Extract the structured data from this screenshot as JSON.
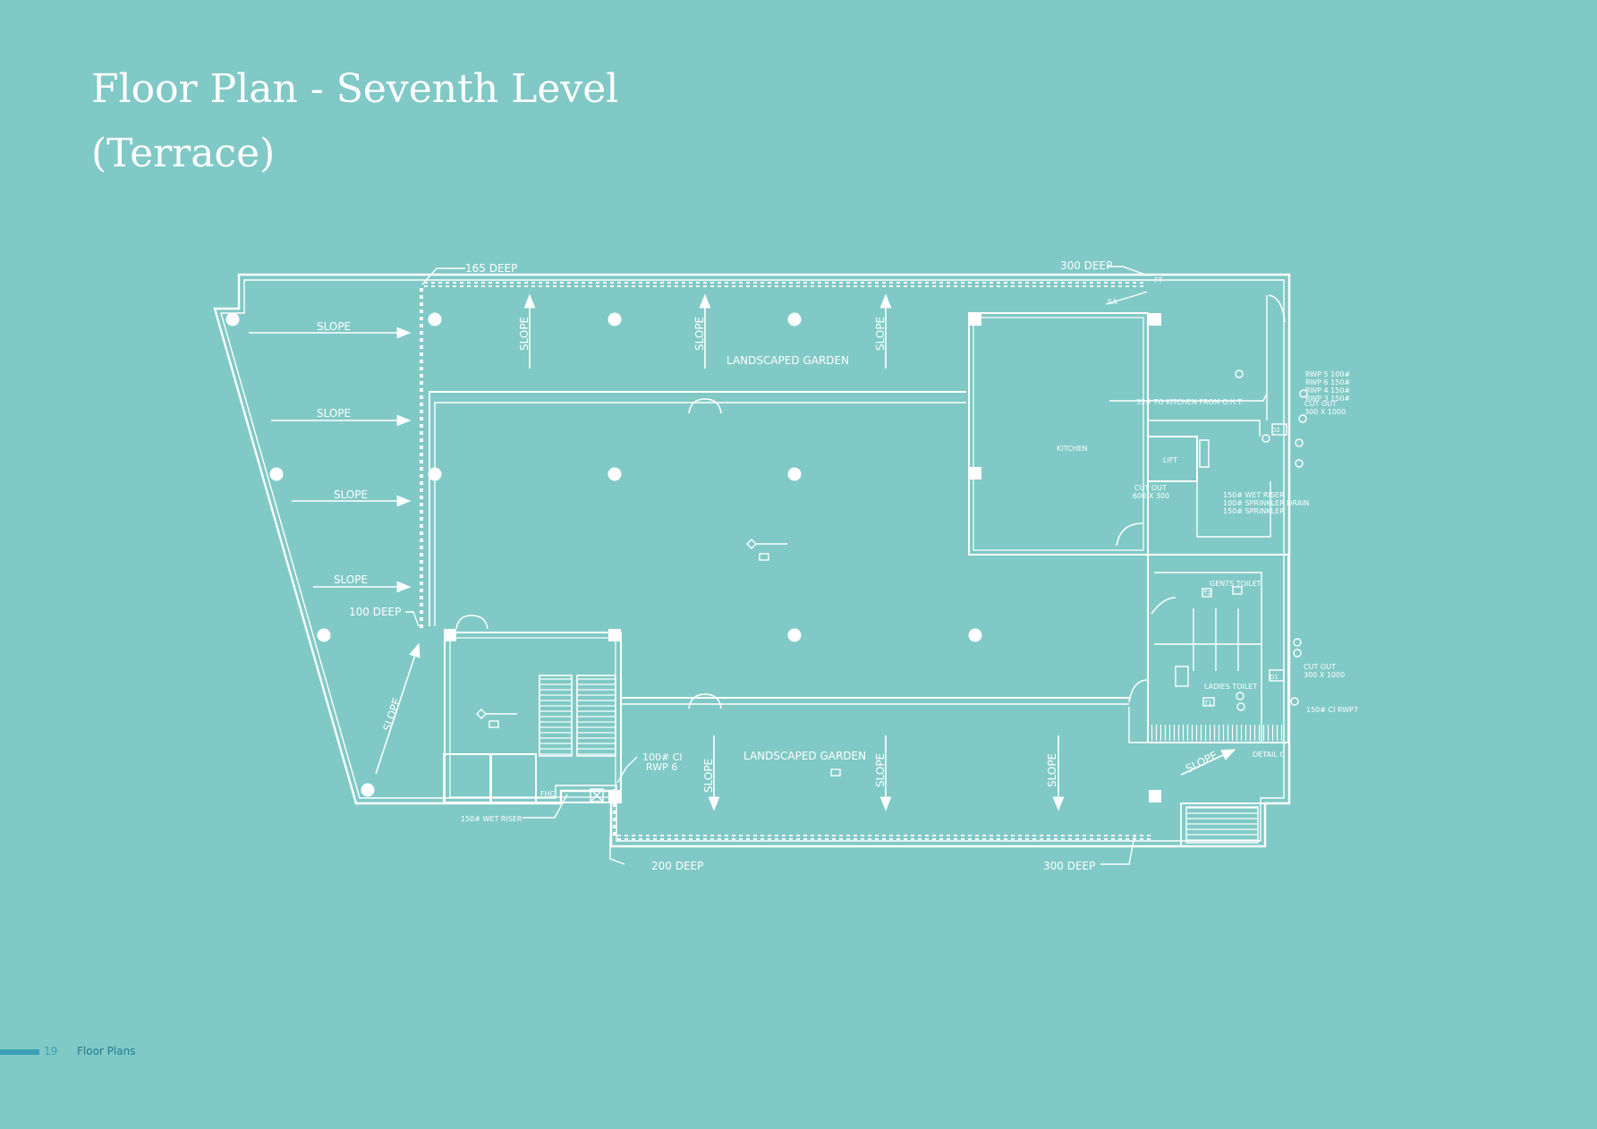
{
  "title_line1": "Floor Plan - Seventh Level",
  "title_line2": "(Terrace)",
  "footer": {
    "page_number": "19",
    "section": "Floor Plans"
  },
  "colors": {
    "background": "#80c9c6",
    "lines": "#ffffff",
    "footer_accent": "#3aa0b6"
  },
  "plan": {
    "depth_165": "165 DEEP",
    "depth_300_top": "300 DEEP",
    "depth_100": "100 DEEP",
    "depth_200": "200 DEEP",
    "depth_300_bottom": "300 DEEP",
    "slope": "SLOPE",
    "garden_top": "LANDSCAPED GARDEN",
    "garden_bottom": "LANDSCAPED GARDEN",
    "kitchen": "KITCHEN",
    "lift": "LIFT",
    "gents": "GENTS TOILET",
    "ladies": "LADIES TOILET",
    "kitchen_pipe": "32# TO KITCHEN FROM O.H.T.",
    "rwp5": "RWP 5 100#",
    "rwp6": "RWP 6 150#",
    "rwp4": "RWP 4 150#",
    "rwp3": "RWP 3 150#",
    "cutout1_a": "CUT OUT",
    "cutout1_b": "300 X 1000",
    "cutout_k_a": "CUT OUT",
    "cutout_k_b": "600 X 300",
    "wet_riser": "150# WET RISER",
    "sprinkler_drain": "100# SPRINKLER DRAIN",
    "sprinkler": "150# SPRINKLER",
    "cutout2_a": "CUT OUT",
    "cutout2_b": "300 X 1000",
    "rwp7": "150# CI RWP7",
    "detail_c": "DETAIL C",
    "rwp_ci_a": "100# CI",
    "rwp_ci_b": "RWP 6",
    "wet_riser_bottom": "150# WET RISER",
    "fhc": "FHC",
    "sa": "SA",
    "ft": "FT",
    "d1": "D1",
    "d2": "D2",
    "t1": "T1",
    "t2": "T2"
  }
}
